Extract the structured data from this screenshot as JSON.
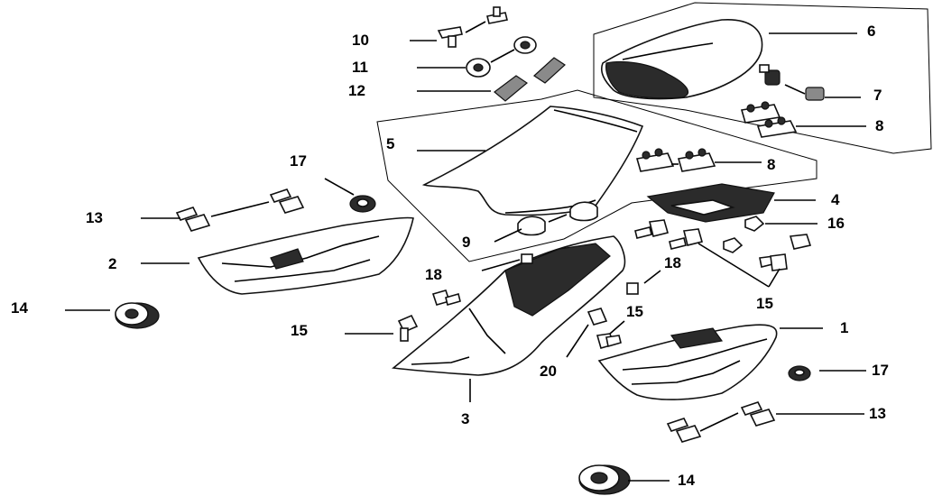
{
  "callouts": [
    {
      "id": "c10a",
      "text": "10"
    },
    {
      "id": "c11a",
      "text": "11"
    },
    {
      "id": "c12a",
      "text": "12"
    },
    {
      "id": "c6a",
      "text": "6"
    },
    {
      "id": "c7a",
      "text": "7"
    },
    {
      "id": "c8a",
      "text": "8"
    },
    {
      "id": "c5a",
      "text": "5"
    },
    {
      "id": "c8b",
      "text": "8"
    },
    {
      "id": "c17a",
      "text": "17"
    },
    {
      "id": "c13a",
      "text": "13"
    },
    {
      "id": "c4a",
      "text": "4"
    },
    {
      "id": "c2a",
      "text": "2"
    },
    {
      "id": "c16a",
      "text": "16"
    },
    {
      "id": "c9a",
      "text": "9"
    },
    {
      "id": "c18a",
      "text": "18"
    },
    {
      "id": "c18b",
      "text": "18"
    },
    {
      "id": "c14a",
      "text": "14"
    },
    {
      "id": "c15a",
      "text": "15"
    },
    {
      "id": "c15b",
      "text": "15"
    },
    {
      "id": "c15c",
      "text": "15"
    },
    {
      "id": "c1a",
      "text": "1"
    },
    {
      "id": "c20a",
      "text": "20"
    },
    {
      "id": "c17b",
      "text": "17"
    },
    {
      "id": "c3a",
      "text": "3"
    },
    {
      "id": "c13b",
      "text": "13"
    },
    {
      "id": "c14b",
      "text": "14"
    }
  ]
}
